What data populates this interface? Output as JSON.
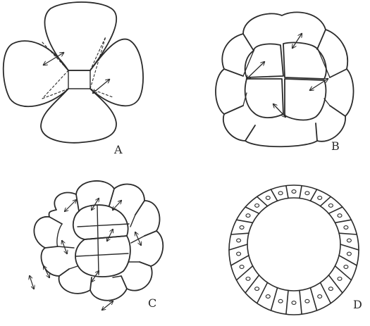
{
  "panels": [
    {
      "id": "A",
      "label": "A"
    },
    {
      "id": "B",
      "label": "B"
    },
    {
      "id": "C",
      "label": "C"
    },
    {
      "id": "D",
      "label": "D"
    }
  ],
  "colors": {
    "ink": "#2b2b2b",
    "background": "#ffffff"
  }
}
